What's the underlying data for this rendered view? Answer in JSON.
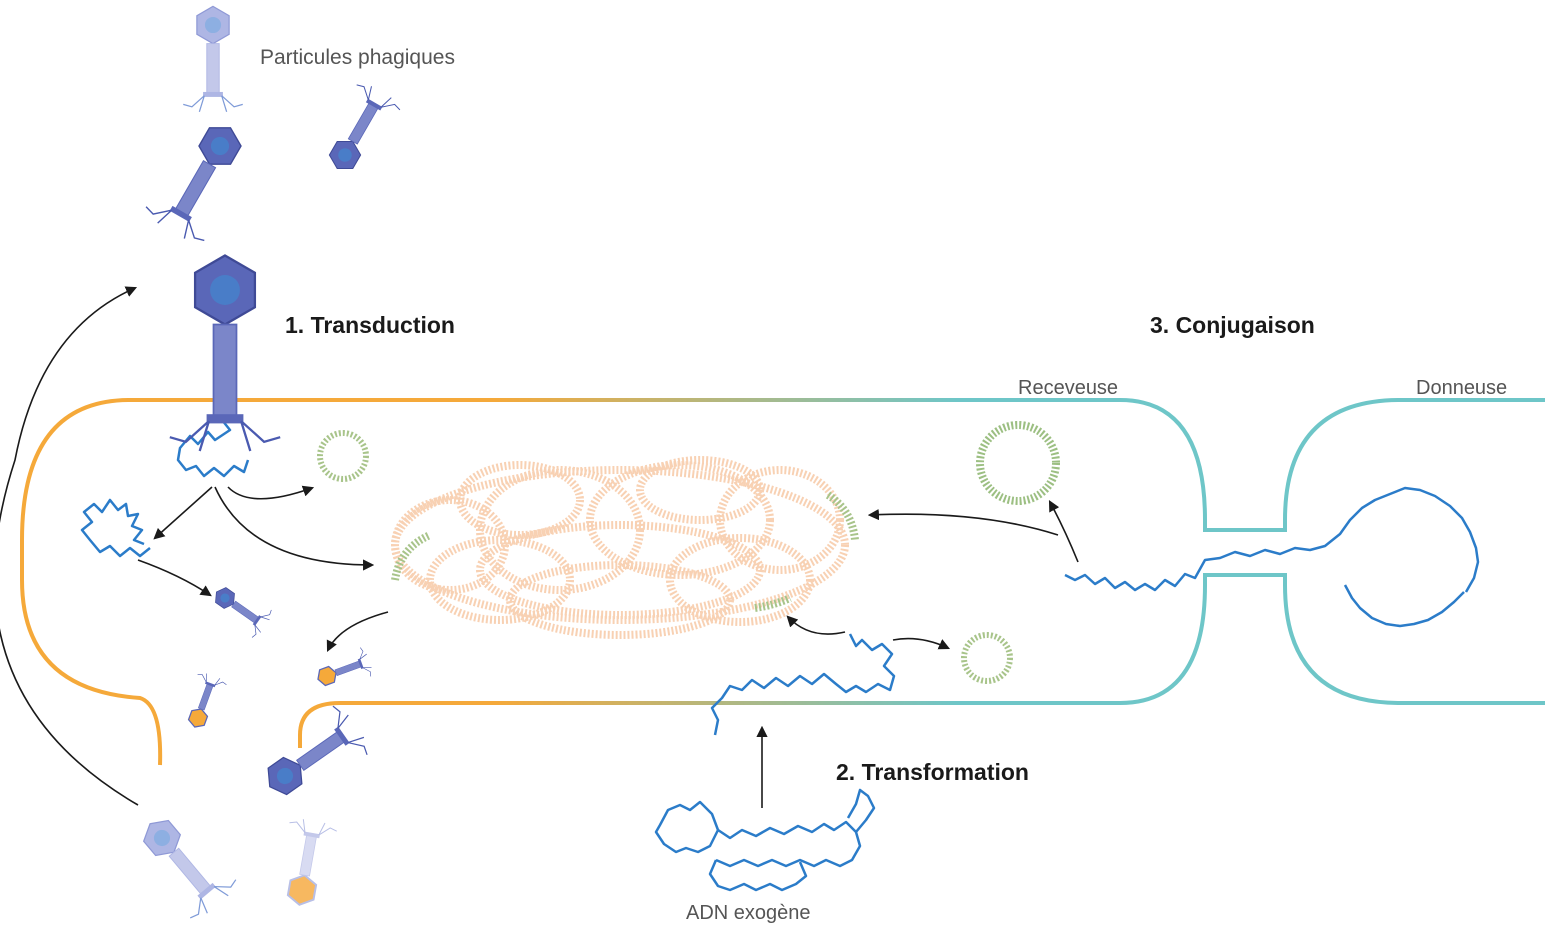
{
  "labels": {
    "phage_particles": "Particules phagiques",
    "transduction": "1. Transduction",
    "transformation": "2. Transformation",
    "conjugation": "3. Conjugaison",
    "recipient": "Receveuse",
    "donor": "Donneuse",
    "exogenous_dna": "ADN exogène"
  },
  "colors": {
    "recipient_membrane_start": "#f5a93a",
    "recipient_membrane_end": "#6ec6c8",
    "donor_membrane": "#6ec6c8",
    "dna": "#2b7cc9",
    "chromosome": "#f7c9a6",
    "plasmid": "#a8c48a",
    "phage_body": "#7b86c9",
    "phage_head": "#5a67b8",
    "phage_pale": "#c3c8ea",
    "phage_orange_core": "#f5a93a",
    "arrow": "#1a1a1a"
  },
  "icons": [
    "phage-icon",
    "plasmid-icon",
    "dna-strand-icon",
    "chromosome-icon",
    "arrow-icon"
  ]
}
